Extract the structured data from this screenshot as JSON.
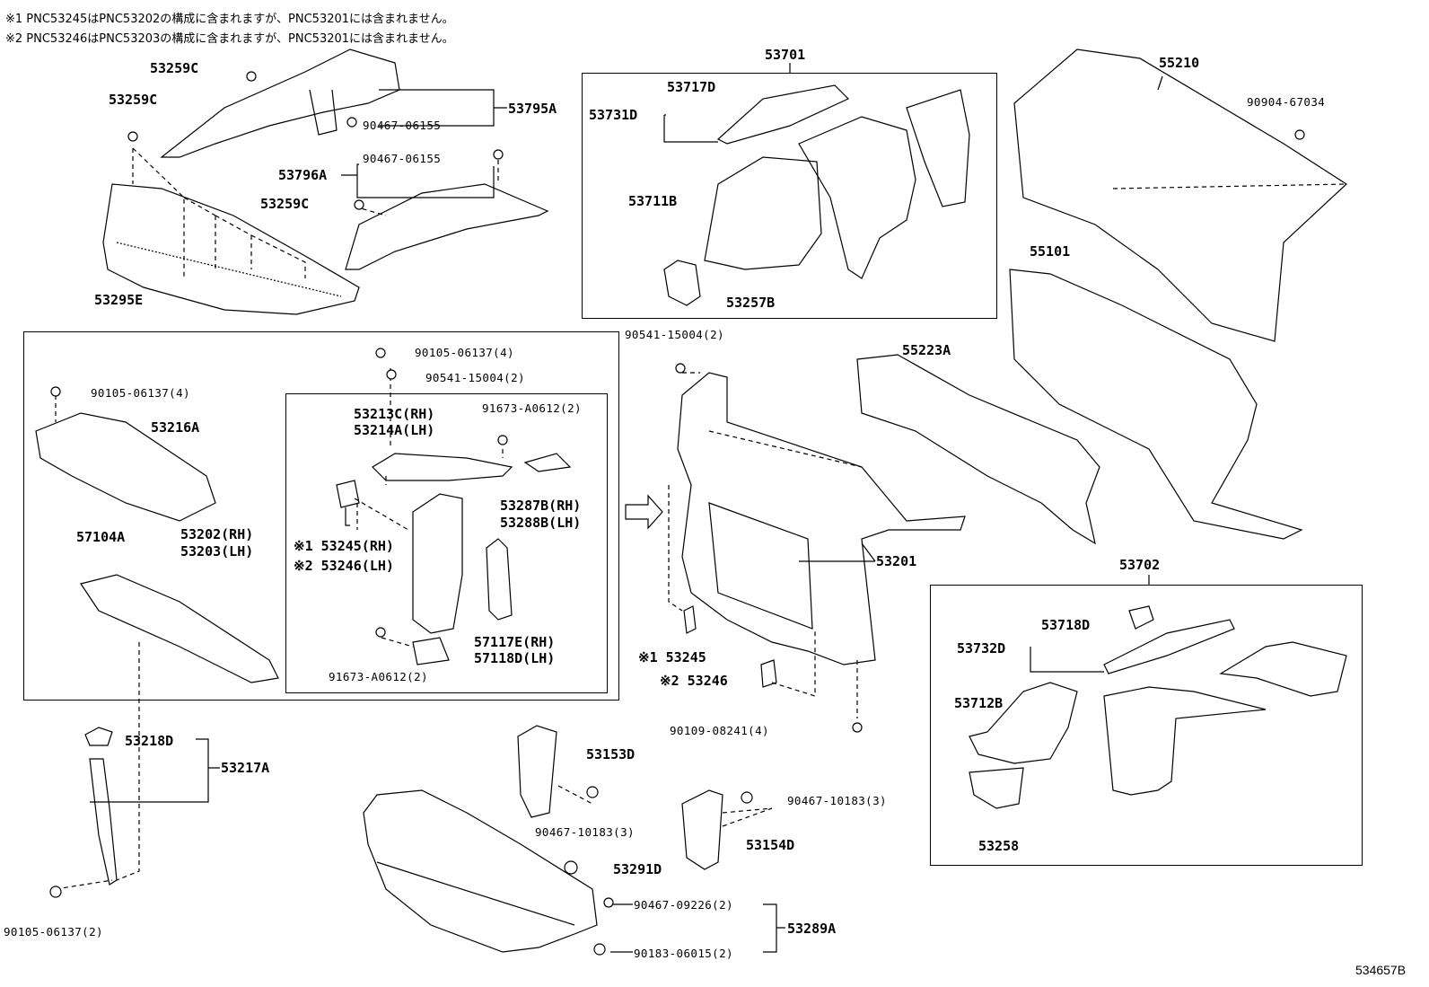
{
  "notes": [
    "※1 PNC53245はPNC53202の構成に含まれますが、PNC53201には含まれません。",
    "※2 PNC53246はPNC53203の構成に含まれますが、PNC53201には含まれません。"
  ],
  "catalog_number": "534657B",
  "parts": {
    "p53259C_a": "53259C",
    "p53259C_b": "53259C",
    "p53259C_c": "53259C",
    "p53795A": "53795A",
    "p90467_06155_a": "90467-06155",
    "p90467_06155_b": "90467-06155",
    "p53796A": "53796A",
    "p53295E": "53295E",
    "p53701": "53701",
    "p53717D": "53717D",
    "p53731D": "53731D",
    "p53711B": "53711B",
    "p53257B": "53257B",
    "p55210": "55210",
    "p90904_67034": "90904-67034",
    "p55101": "55101",
    "p55223A": "55223A",
    "p90541_15004_top": "90541-15004(2)",
    "p90105_06137_4a": "90105-06137(4)",
    "p90105_06137_4b": "90105-06137(4)",
    "p90541_15004_in": "90541-15004(2)",
    "p53216A": "53216A",
    "p53213C": "53213C(RH)",
    "p53214A": "53214A(LH)",
    "p91673_A0612_a": "91673-A0612(2)",
    "p53287B": "53287B(RH)",
    "p53288B": "53288B(LH)",
    "p53202": "53202(RH)",
    "p53203": "53203(LH)",
    "p57104A": "57104A",
    "p53245_rh": "※1 53245(RH)",
    "p53246_lh": "※2 53246(LH)",
    "p57117E": "57117E(RH)",
    "p57118D": "57118D(LH)",
    "p91673_A0612_b": "91673-A0612(2)",
    "p53201": "53201",
    "p53245": "※1 53245",
    "p53246": "※2 53246",
    "p90109_08241": "90109-08241(4)",
    "p53702": "53702",
    "p53718D": "53718D",
    "p53732D": "53732D",
    "p53712B": "53712B",
    "p53258": "53258",
    "p53218D": "53218D",
    "p53217A": "53217A",
    "p90105_06137_2": "90105-06137(2)",
    "p53153D": "53153D",
    "p90467_10183_a": "90467-10183(3)",
    "p90467_10183_b": "90467-10183(3)",
    "p53154D": "53154D",
    "p53291D": "53291D",
    "p90467_09226": "90467-09226(2)",
    "p53289A": "53289A",
    "p90183_06015": "90183-06015(2)"
  }
}
